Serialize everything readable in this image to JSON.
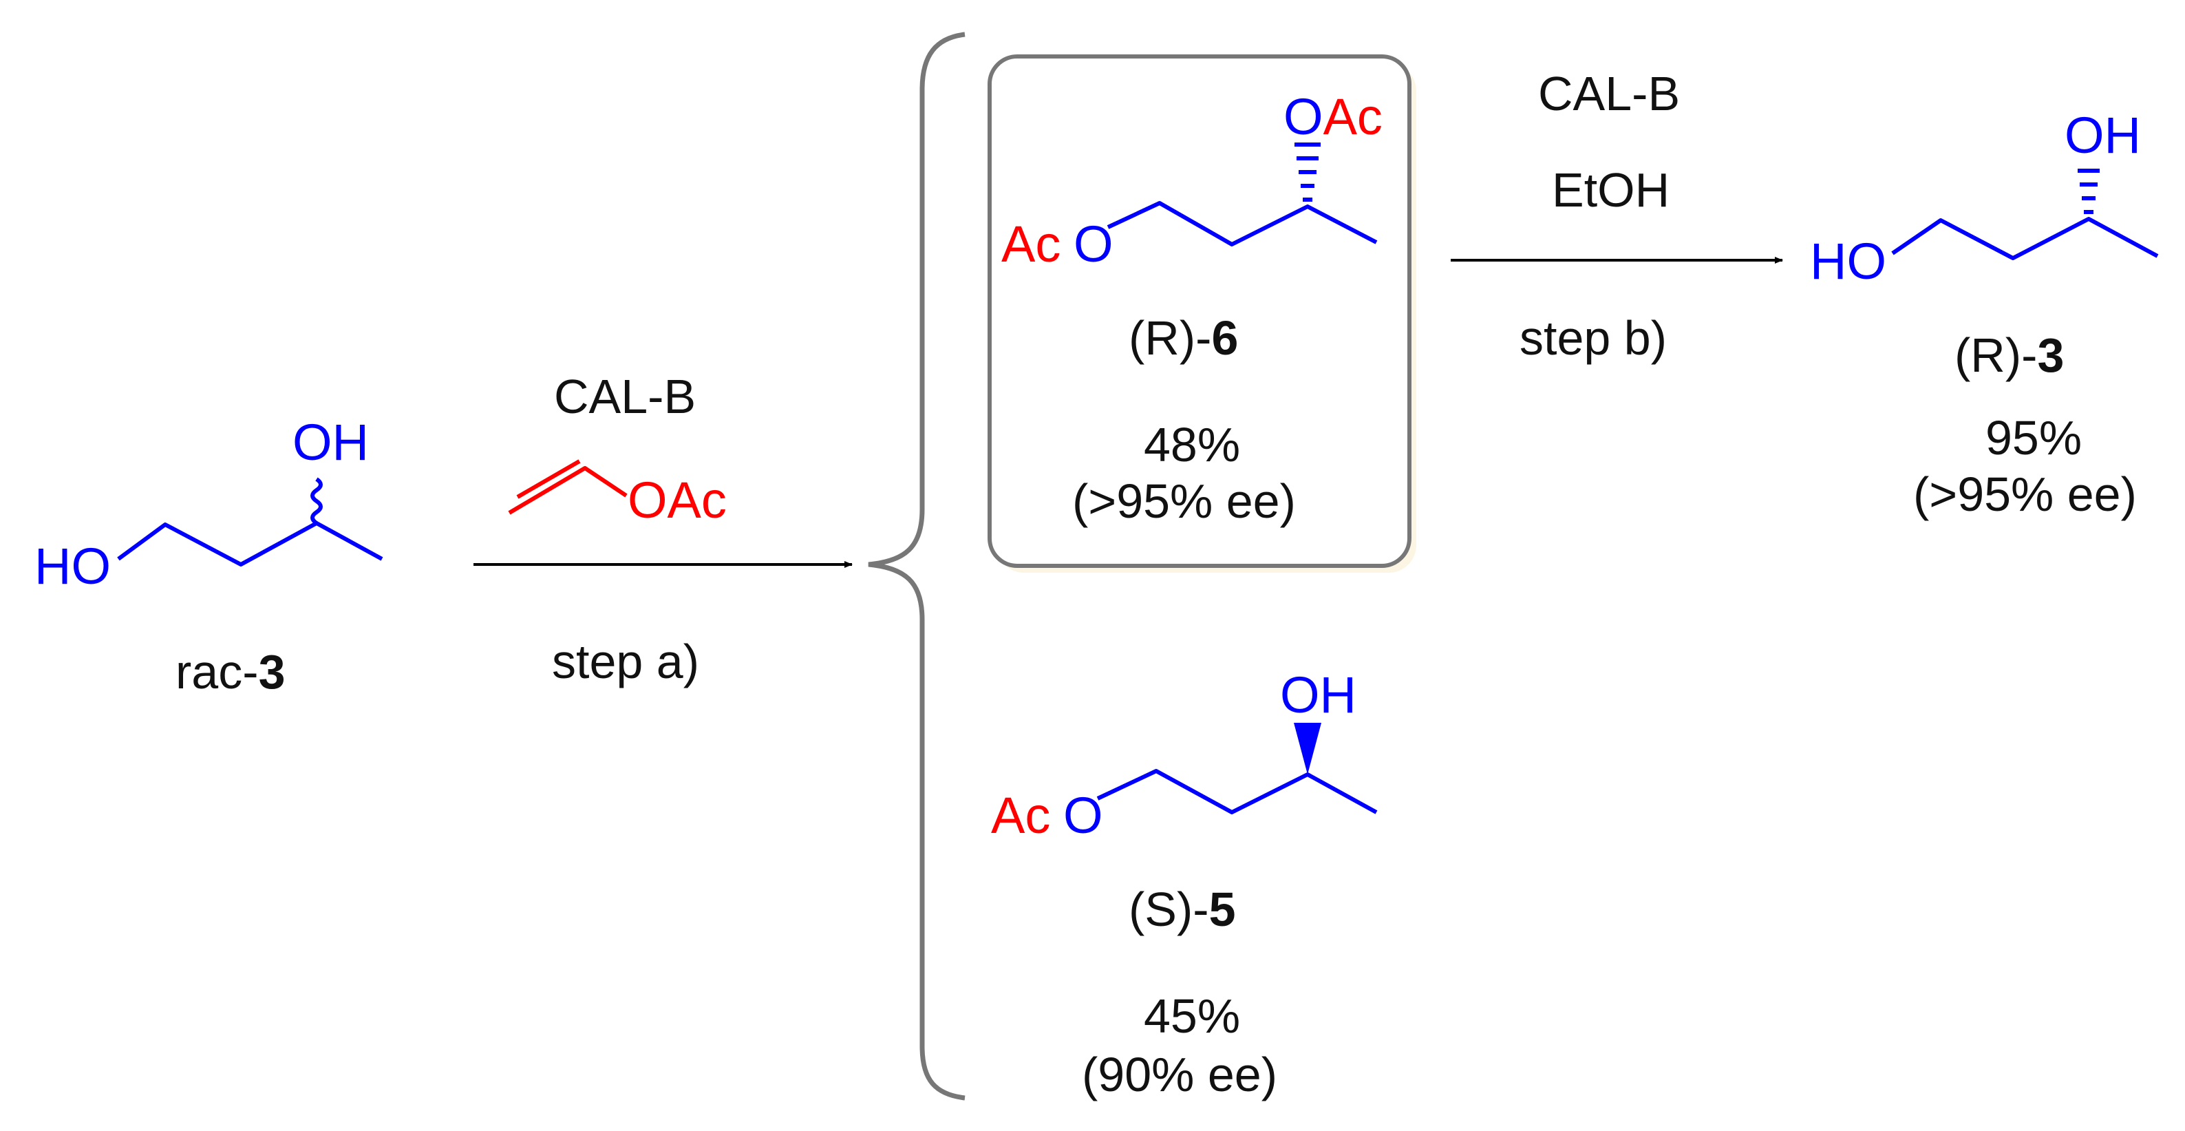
{
  "colors": {
    "bond": "#0000ff",
    "acetyl_red": "#ff0000",
    "text": "#111111",
    "arrow": "#000000",
    "bracket": "#777777",
    "highlight_box": "#777777",
    "box_glow": "#fdf3dc"
  },
  "start": {
    "atoms": {
      "oh": "OH",
      "ho": "HO"
    },
    "label_prefix": "rac-",
    "label_number": "3"
  },
  "step_a": {
    "reagent": "CAL-B",
    "co_reagent": "OAc",
    "label": "step a)"
  },
  "product_r6": {
    "atoms": {
      "oac": "OAc",
      "ac": "Ac",
      "o": "O"
    },
    "label_prefix": "(R)-",
    "label_number": "6",
    "yield": "48%",
    "ee": "(>95% ee)"
  },
  "product_s5": {
    "atoms": {
      "oh": "OH",
      "ac": "Ac",
      "o": "O"
    },
    "label_prefix": "(S)-",
    "label_number": "5",
    "yield": "45%",
    "ee": "(90% ee)"
  },
  "step_b": {
    "reagent": "CAL-B",
    "solvent": "EtOH",
    "label": "step b)"
  },
  "product_r3": {
    "atoms": {
      "oh": "OH",
      "ho": "HO"
    },
    "label_prefix": "(R)-",
    "label_number": "3",
    "yield": "95%",
    "ee": "(>95% ee)"
  }
}
